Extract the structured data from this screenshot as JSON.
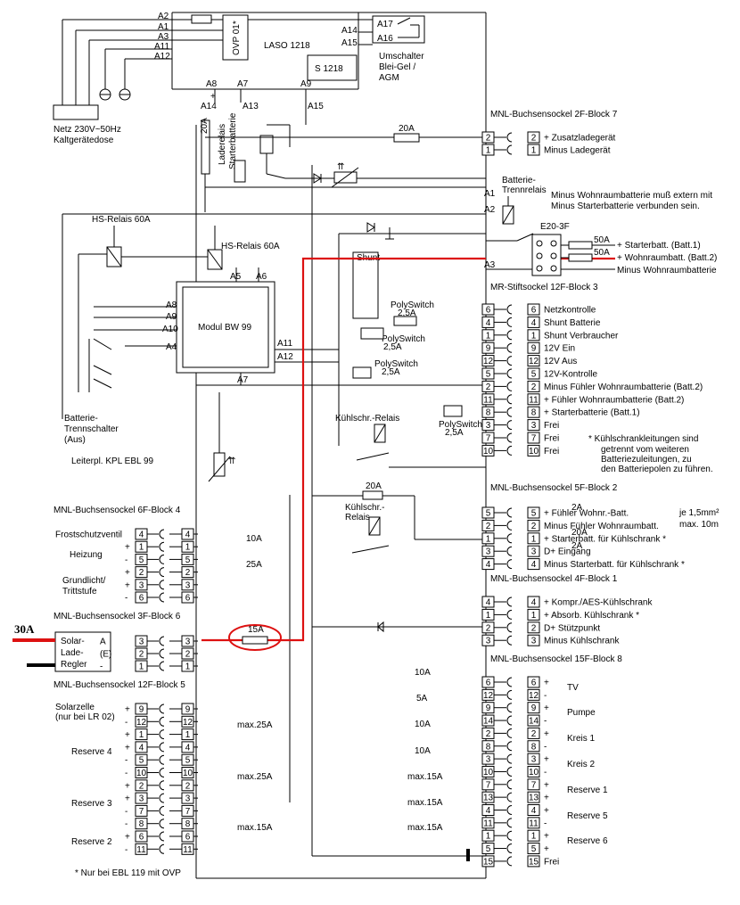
{
  "top": {
    "laso": "LASO 1218",
    "ovp": "OVP 01*",
    "s1218": "S 1218",
    "umschalter": [
      "Umschalter",
      "Blei-Gel /",
      "AGM"
    ],
    "pins_left": [
      "A2",
      "A1",
      "A3",
      "A11",
      "A12"
    ],
    "pins_right": [
      "A14",
      "A15"
    ],
    "pins_sw": [
      "A17",
      "A16"
    ],
    "pins_bottom": [
      "A8",
      "A7",
      "A9",
      "A15",
      "A14",
      "A13"
    ],
    "plus": "+",
    "netz": [
      "Netz 230V~50Hz",
      "Kaltgerätedose"
    ]
  },
  "left": {
    "fuse20": "20A",
    "laderelais": "Laderelais",
    "starterbatterie": "Starterbatterie",
    "hs1": "HS-Relais 60A",
    "hs2": "HS-Relais 60A",
    "modul": "Modul BW 99",
    "mod_pins": [
      "A5",
      "A6",
      "A8",
      "A9",
      "A10",
      "A4",
      "A11",
      "A12",
      "A7"
    ],
    "trenn": [
      "Batterie-",
      "Trennschalter",
      "(Aus)"
    ],
    "leiterpl": "Leiterpl. KPL EBL 99"
  },
  "mid": {
    "shunt": "Shunt",
    "poly1": "PolySwitch",
    "poly1a": "2,5A",
    "poly2": "PolySwitch",
    "poly2a": "2,5A",
    "poly3": "PolySwitch",
    "poly3a": "2,5A",
    "poly4": "PolySwitch",
    "poly4a": "2,5A",
    "kuehl1": "Kühlschr.-Relais",
    "kuehl2": [
      "Kühlschr.-",
      "Relais"
    ],
    "f20a_top": "20A",
    "f20a_mid": "20A"
  },
  "right": {
    "bs2f_title": "MNL-Buchsensockel 2F-Block 7",
    "bs2f": [
      {
        "n": "2",
        "label": "+ Zusatzladegerät"
      },
      {
        "n": "1",
        "label": "Minus Ladegerät"
      }
    ],
    "trenn_relais": [
      "Batterie-",
      "Trennrelais"
    ],
    "minus_note": [
      "Minus Wohnraumbatterie muß extern mit",
      "Minus Starterbatterie verbunden sein."
    ],
    "a_pins": [
      "A1",
      "A2",
      "A3"
    ],
    "e20": "E20-3F",
    "e20_fuse": [
      "50A",
      "50A"
    ],
    "e20_labels": [
      "+ Starterbatt. (Batt.1)",
      "+ Wohnraumbatt. (Batt.2)",
      "Minus Wohnraumbatterie"
    ],
    "mr_title": "MR-Stiftsockel 12F-Block 3",
    "mr": [
      {
        "n": "6",
        "label": "Netzkontrolle"
      },
      {
        "n": "4",
        "label": "Shunt Batterie"
      },
      {
        "n": "1",
        "label": "Shunt Verbraucher"
      },
      {
        "n": "9",
        "label": "12V Ein"
      },
      {
        "n": "12",
        "label": "12V Aus"
      },
      {
        "n": "5",
        "label": "12V-Kontrolle"
      },
      {
        "n": "2",
        "label": "Minus Fühler Wohnraumbatterie (Batt.2)"
      },
      {
        "n": "11",
        "label": "+ Fühler Wohnraumbatterie (Batt.2)"
      },
      {
        "n": "8",
        "label": "+ Starterbatterie (Batt.1)"
      },
      {
        "n": "3",
        "label": "Frei"
      },
      {
        "n": "7",
        "label": "Frei"
      },
      {
        "n": "10",
        "label": "Frei"
      }
    ],
    "kuehl_note": [
      "*  Kühlschrankleitungen sind",
      "getrennt vom weiteren",
      "Batteriezuleitungen, zu",
      "den Batteriepolen zu führen."
    ],
    "bs5f_title": "MNL-Buchsensockel 5F-Block 2",
    "bs5f": [
      {
        "n": "5",
        "label": "+ Fühler Wohnr.-Batt."
      },
      {
        "n": "2",
        "label": "Minus Fühler Wohnraumbatt."
      },
      {
        "n": "1",
        "label": "+ Starterbatt. für Kühlschrank *"
      },
      {
        "n": "3",
        "label": "D+ Eingang"
      },
      {
        "n": "4",
        "label": "Minus Starterbatt. für Kühlschrank *"
      }
    ],
    "bs5f_fuses": [
      "2A",
      "20A",
      "2A"
    ],
    "len_note": [
      "je 1,5mm²",
      "max. 10m"
    ],
    "bs4f_title": "MNL-Buchsensockel 4F-Block 1",
    "bs4f": [
      {
        "n": "4",
        "label": "+ Kompr./AES-Kühlschrank"
      },
      {
        "n": "1",
        "label": "+ Absorb. Kühlschrank *"
      },
      {
        "n": "2",
        "label": "D+ Stützpunkt"
      },
      {
        "n": "3",
        "label": "Minus Kühlschrank"
      }
    ],
    "bs15f_title": "MNL-Buchsensockel 15F-Block 8",
    "bs15f": [
      {
        "n": "6",
        "label": "+"
      },
      {
        "n": "12",
        "label": "-"
      },
      {
        "n": "9",
        "label": "+"
      },
      {
        "n": "14",
        "label": "-"
      },
      {
        "n": "2",
        "label": "+"
      },
      {
        "n": "8",
        "label": "-"
      },
      {
        "n": "3",
        "label": "+"
      },
      {
        "n": "10",
        "label": "-"
      },
      {
        "n": "7",
        "label": "+"
      },
      {
        "n": "13",
        "label": "+"
      },
      {
        "n": "4",
        "label": "+"
      },
      {
        "n": "11",
        "label": "-"
      },
      {
        "n": "1",
        "label": "+"
      },
      {
        "n": "5",
        "label": "+"
      },
      {
        "n": "15",
        "label": "Frei"
      }
    ],
    "bs15f_groups": [
      "TV",
      "Pumpe",
      "Kreis 1",
      "Kreis 2",
      "Reserve 1",
      "Reserve 5",
      "Reserve 6"
    ],
    "bs15f_fuses": [
      "10A",
      "5A",
      "10A",
      "10A",
      "max.15A",
      "max.15A",
      "max.15A"
    ]
  },
  "lower_left": {
    "bs6f_title": "MNL-Buchsensockel 6F-Block 4",
    "bs6f": [
      {
        "n": "4",
        "label": "Frostschutzventil"
      },
      {
        "n": "1",
        "label": "+"
      },
      {
        "n": "5",
        "label": "-"
      },
      {
        "n": "2",
        "label": "+"
      },
      {
        "n": "3",
        "label": "+"
      },
      {
        "n": "6",
        "label": "-"
      }
    ],
    "heizung": "Heizung",
    "grundlicht": [
      "Grundlicht/",
      "Trittstufe"
    ],
    "bs6f_fuses": [
      "10A",
      "25A"
    ],
    "bs3f_title": "MNL-Buchsensockel 3F-Block 6",
    "bs3f": [
      {
        "n": "3",
        "sig": "A"
      },
      {
        "n": "2",
        "sig": "(E)"
      },
      {
        "n": "1",
        "sig": "-"
      }
    ],
    "regler": [
      "Solar-",
      "Lade-",
      "Regler"
    ],
    "regler_30a": "30A",
    "fuse15a": "15A",
    "bs12f_title": "MNL-Buchsensockel 12F-Block 5",
    "bs12f": [
      {
        "n": "9",
        "s": "+"
      },
      {
        "n": "12",
        "s": "-"
      },
      {
        "n": "1",
        "s": "+"
      },
      {
        "n": "4",
        "s": "+"
      },
      {
        "n": "5",
        "s": "-"
      },
      {
        "n": "10",
        "s": "-"
      },
      {
        "n": "2",
        "s": "+"
      },
      {
        "n": "3",
        "s": "+"
      },
      {
        "n": "7",
        "s": "-"
      },
      {
        "n": "8",
        "s": "-"
      },
      {
        "n": "6",
        "s": "+"
      },
      {
        "n": "11",
        "s": "-"
      }
    ],
    "solarzelle": [
      "Solarzelle",
      "(nur bei LR 02)"
    ],
    "reserve4": "Reserve 4",
    "reserve3": "Reserve 3",
    "reserve2": "Reserve 2",
    "bs12f_fuses": [
      "max.25A",
      "max.25A",
      "max.15A"
    ],
    "footnote": "* Nur bei EBL 119 mit OVP"
  }
}
